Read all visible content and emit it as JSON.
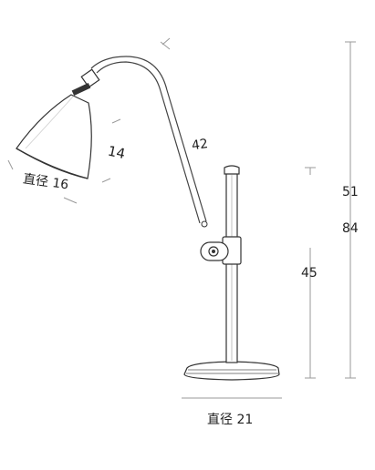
{
  "labels": {
    "shade_length": "14",
    "shade_diameter": "直径 16",
    "arm_length": "42",
    "upper_height": "51",
    "total_height": "84",
    "base_height": "45",
    "base_diameter": "直径 21"
  },
  "colors": {
    "line": "#333333",
    "dimension": "#9a9a9a",
    "text": "#222222"
  }
}
